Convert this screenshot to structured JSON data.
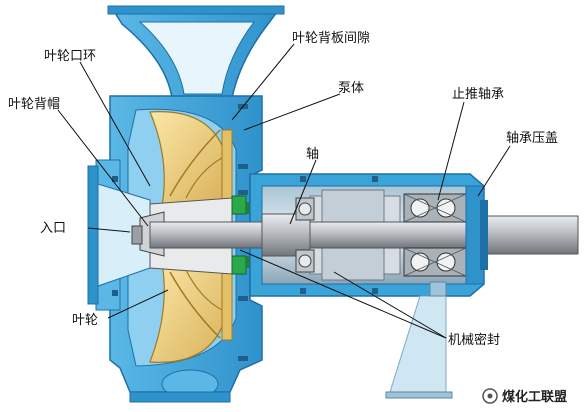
{
  "labels": {
    "impeller_ring": "叶轮口环",
    "impeller_cap": "叶轮背帽",
    "inlet": "入口",
    "impeller": "叶轮",
    "back_gap": "叶轮背板间隙",
    "pump_body": "泵体",
    "shaft": "轴",
    "thrust_bearing": "止推轴承",
    "bearing_cover": "轴承压盖",
    "mech_seal": "机械密封"
  },
  "watermark": "煤化工联盟",
  "colors": {
    "casing": "#3aa3d8",
    "casing_light": "#8fd0f0",
    "casing_dark": "#1d6fa8",
    "impeller": "#f3d27a",
    "impeller_dark": "#c9a13e",
    "shaft": "#b9bdc2",
    "shaft_dark": "#7d8288",
    "seal": "#2aa84a",
    "support": "#cfe6f3"
  }
}
